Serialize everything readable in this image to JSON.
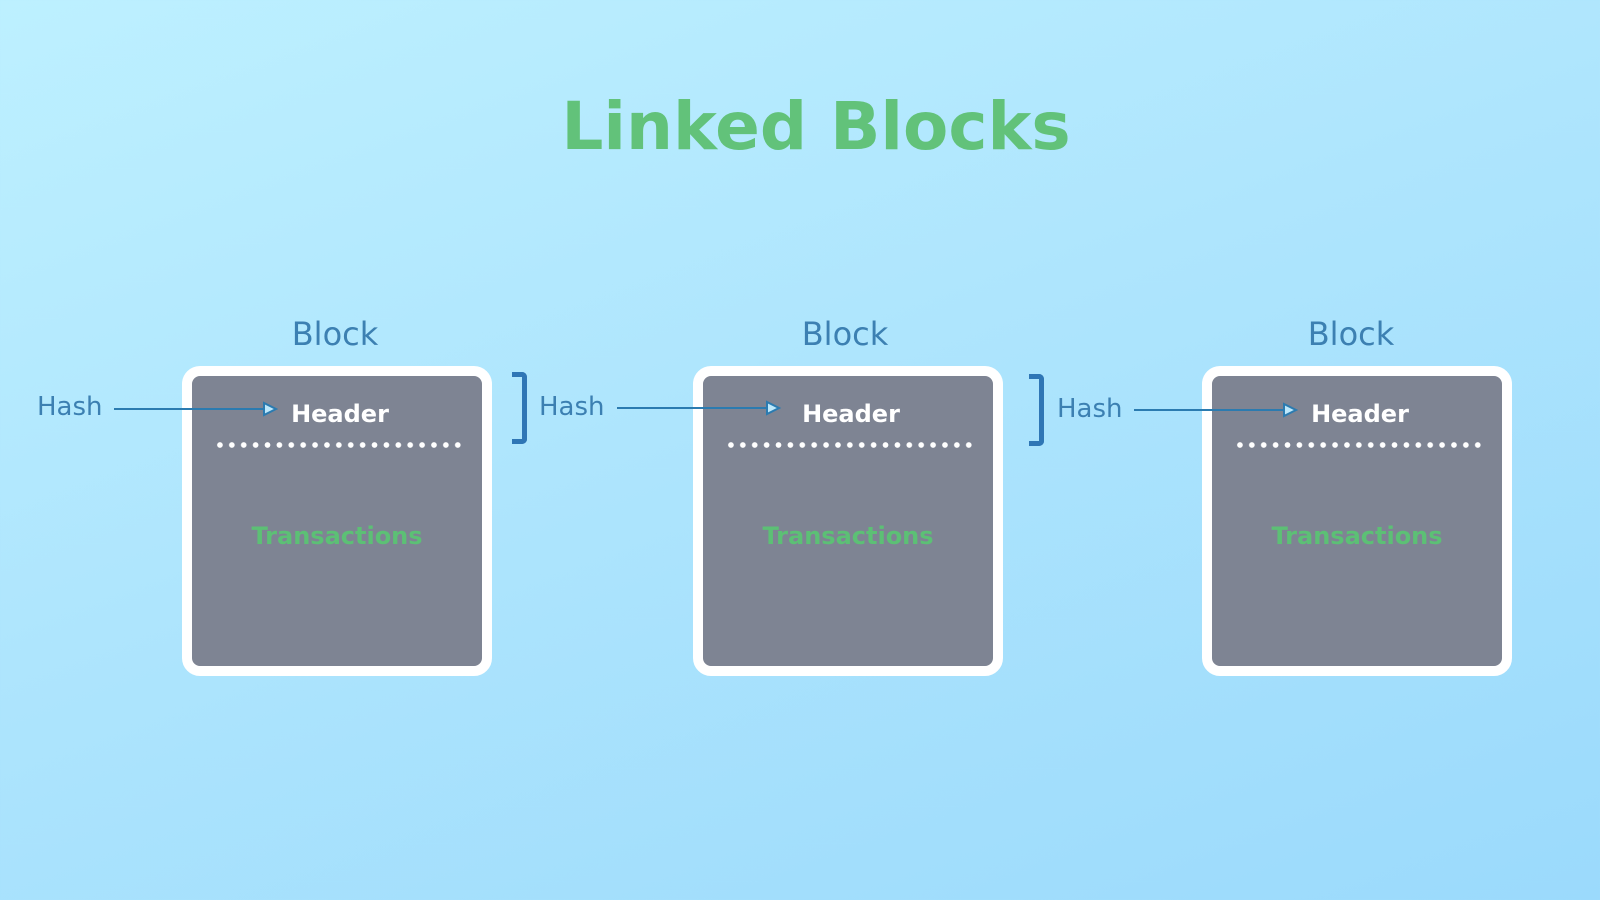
{
  "title": "Linked Blocks",
  "colors": {
    "title": "#62c27a",
    "label": "#3c80b2",
    "block_fill": "#7e8493",
    "block_border": "#ffffff",
    "transactions": "#5cc075",
    "bracket": "#2f76b5",
    "arrow": "#2b7bb0"
  },
  "blocks": [
    {
      "label": "Block",
      "header": "Header",
      "body": "Transactions",
      "hash_label": "Hash"
    },
    {
      "label": "Block",
      "header": "Header",
      "body": "Transactions",
      "hash_label": "Hash"
    },
    {
      "label": "Block",
      "header": "Header",
      "body": "Transactions",
      "hash_label": "Hash"
    }
  ]
}
